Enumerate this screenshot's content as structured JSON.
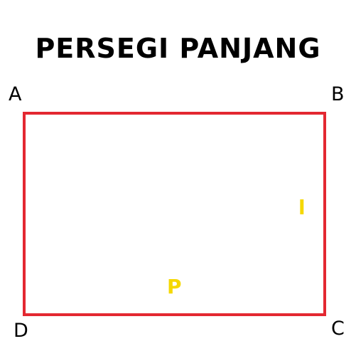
{
  "title": "PERSEGI PANJANG",
  "vertices": {
    "a": "A",
    "b": "B",
    "c": "C",
    "d": "D"
  },
  "dimensions": {
    "width_label": "l",
    "length_label": "P"
  },
  "colors": {
    "rectangle_stroke": "#e32831",
    "dimension_text": "#f5d800",
    "text": "#000000",
    "background": "#ffffff"
  }
}
